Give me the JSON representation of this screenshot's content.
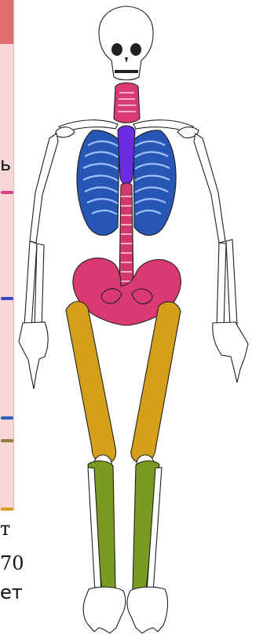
{
  "left_panel": {
    "snippets": [
      {
        "id": "s1",
        "text": "ь"
      },
      {
        "id": "s2",
        "text": "т"
      },
      {
        "id": "s3",
        "text": "70"
      },
      {
        "id": "s4",
        "text": "ет"
      }
    ],
    "colors": {
      "panel_bg": "#f7d6d8",
      "header": "#df6c6f",
      "markers": [
        "#e13d88",
        "#3a45c9",
        "#2f5fbc",
        "#8d7b3f",
        "#d9a01f"
      ]
    }
  },
  "figure": {
    "icon": "skeleton-illustration",
    "colors": {
      "skull": "#ffffff",
      "cervical": "#d93a73",
      "ribs": "#2756b5",
      "sternum": "#6a2de2",
      "spine_lower": "#cf3a6b",
      "pelvis": "#d93a73",
      "femur": "#d4a01a",
      "tibia_fibula": "#7a9a22",
      "arms": "#ffffff",
      "outline": "#1f1f1f"
    }
  }
}
